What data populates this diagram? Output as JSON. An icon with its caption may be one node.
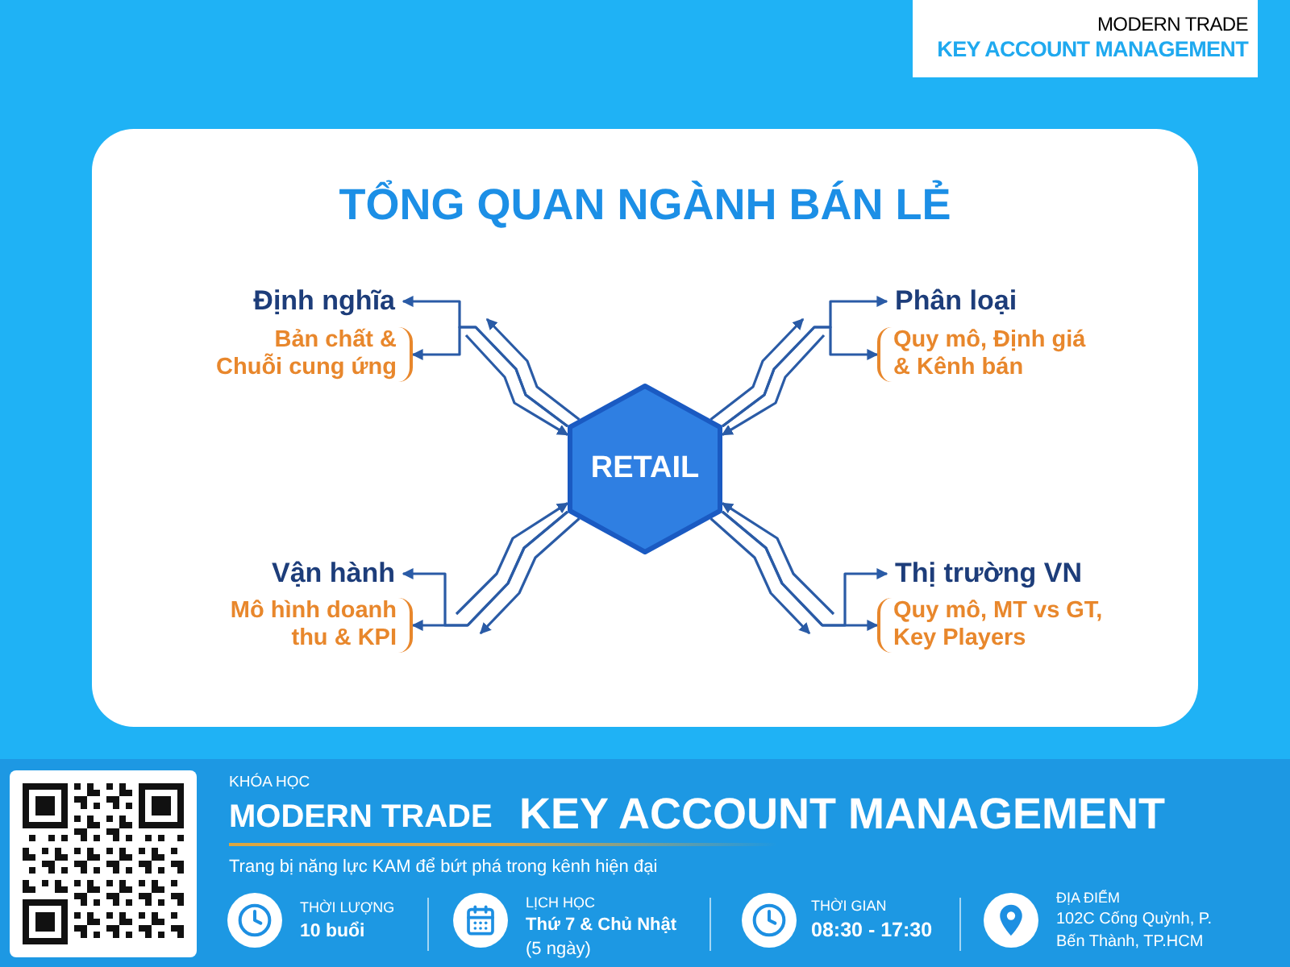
{
  "diagram": {
    "title": "TỔNG QUAN NGÀNH BÁN LẺ",
    "nodes": [
      {
        "text": [
          "Định nghĩa"
        ]
      },
      {
        "text": [
          "Bản chất & Chuỗi cung ứng"
        ]
      },
      {
        "text": [
          "Phân loại"
        ]
      },
      {
        "text": [
          "Quy mô, Định giá & Kênh bán"
        ]
      },
      {
        "text": [
          "RETAIL"
        ]
      },
      {
        "text": [
          "Vận hành"
        ]
      },
      {
        "text": [
          "Mô hình doanh thu & KPI"
        ]
      },
      {
        "text": [
          "Thị trường VN"
        ]
      },
      {
        "text": [
          "Quy mô, MT vs GT, Key Players"
        ]
      }
    ],
    "edges": [
      {
        "from": 4,
        "to": 0,
        "arrow": "to"
      },
      {
        "from": 4,
        "to": 1,
        "arrow": "to"
      },
      {
        "from": 4,
        "to": null,
        "arrow": "to"
      },
      {
        "from": null,
        "to": 4,
        "arrow": "to"
      },
      {
        "from": 4,
        "to": 2,
        "arrow": "to"
      },
      {
        "from": 4,
        "to": 3,
        "arrow": "to"
      },
      {
        "from": 4,
        "to": null,
        "arrow": "to"
      },
      {
        "from": null,
        "to": 4,
        "arrow": "to"
      },
      {
        "from": 4,
        "to": 5,
        "arrow": "to"
      },
      {
        "from": 4,
        "to": 6,
        "arrow": "to"
      },
      {
        "from": null,
        "to": 4,
        "arrow": "to"
      },
      {
        "from": 4,
        "to": null,
        "arrow": "to"
      },
      {
        "from": 4,
        "to": 7,
        "arrow": "to"
      },
      {
        "from": 4,
        "to": 8,
        "arrow": "to"
      },
      {
        "from": null,
        "to": 4,
        "arrow": "to"
      },
      {
        "from": 4,
        "to": null,
        "arrow": "to"
      }
    ],
    "labels": [
      "MODERN TRADE",
      "KEY ACCOUNT MANAGEMENT",
      "KHÓA HỌC",
      "MODERN TRADE",
      "KEY ACCOUNT MANAGEMENT",
      "Trang bị năng lực KAM để bứt phá trong kênh hiện đại",
      "THỜI LƯỢNG",
      "10 buổi",
      "LỊCH HỌC",
      "Thứ 7 & Chủ Nhật",
      "(5 ngày)",
      "THỜI GIAN",
      "08:30 - 17:30",
      "ĐỊA ĐIỂM",
      "102C Cống Quỳnh, P. Bến Thành, TP.HCM"
    ]
  }
}
